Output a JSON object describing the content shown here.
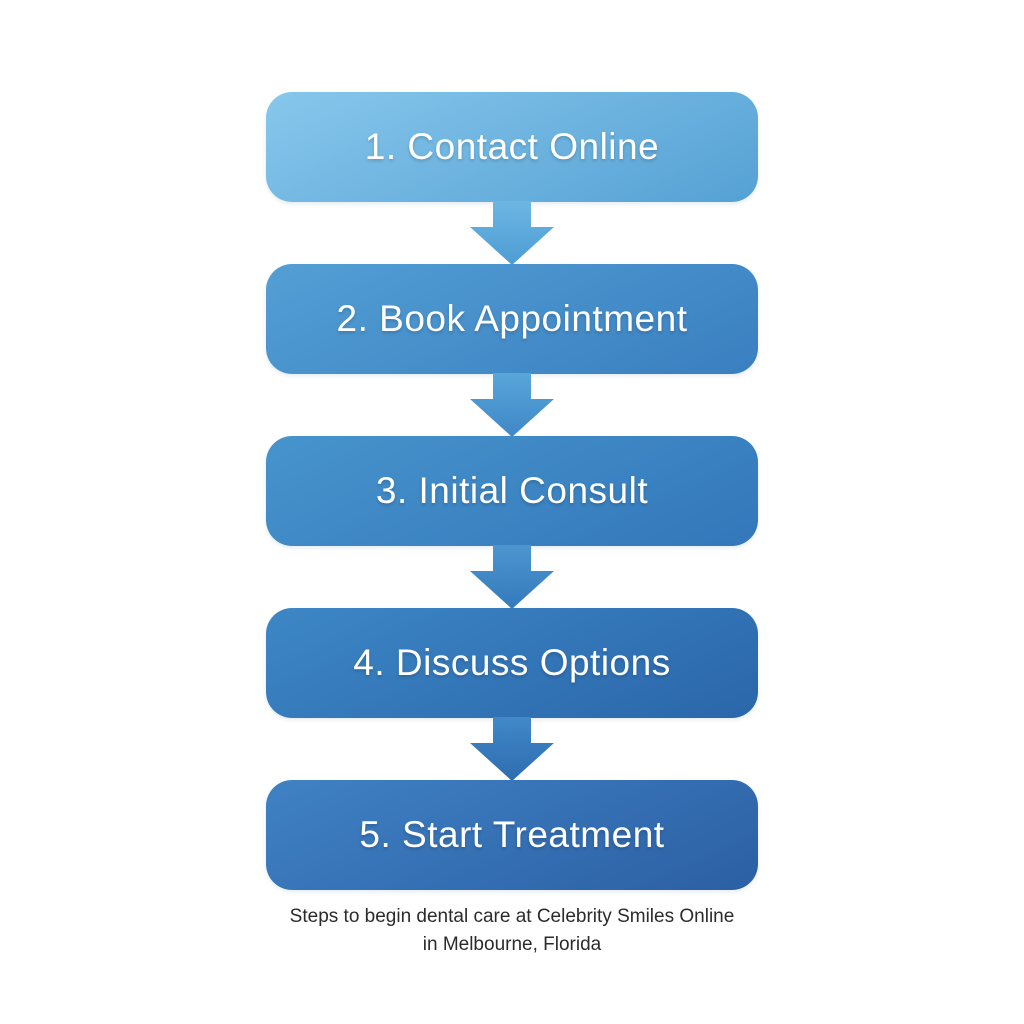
{
  "flowchart": {
    "background": "#ffffff",
    "box_text_color": "#ffffff",
    "caption_color": "#2b2b2b",
    "steps": [
      {
        "label": "1. Contact Online",
        "color_top": "#87c7ec",
        "color_bottom": "#55a1d4"
      },
      {
        "label": "2. Book Appointment",
        "color_top": "#539fd5",
        "color_bottom": "#3a7fc0"
      },
      {
        "label": "3. Initial Consult",
        "color_top": "#4794cd",
        "color_bottom": "#3377ba"
      },
      {
        "label": "4. Discuss Options",
        "color_top": "#3d87c6",
        "color_bottom": "#2a66aa"
      },
      {
        "label": "5. Start Treatment",
        "color_top": "#3f82c4",
        "color_bottom": "#2c5fa4"
      }
    ],
    "arrows": [
      {
        "color_top": "#6db6e3",
        "color_bottom": "#4d9cd4"
      },
      {
        "color_top": "#58a6da",
        "color_bottom": "#3f87c6"
      },
      {
        "color_top": "#4c96cf",
        "color_bottom": "#357abc"
      },
      {
        "color_top": "#4189c9",
        "color_bottom": "#2e6cb0"
      }
    ],
    "caption": {
      "line1": "Steps to begin dental care at Celebrity Smiles Online",
      "line2": "in Melbourne, Florida"
    }
  }
}
